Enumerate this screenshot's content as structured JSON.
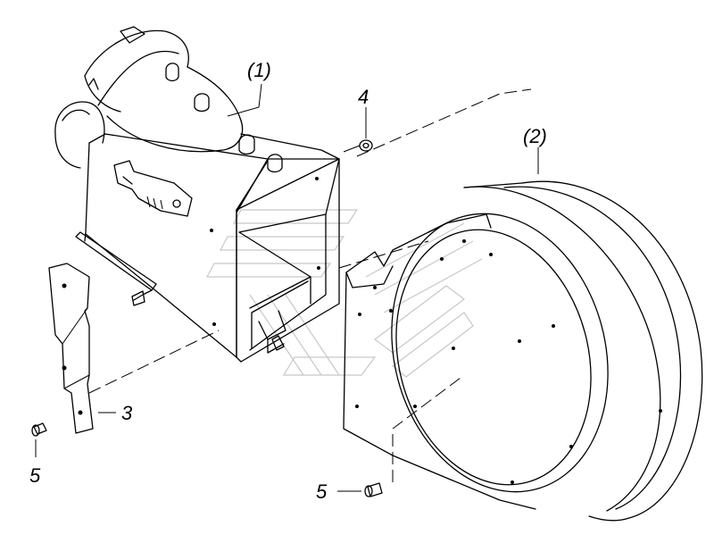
{
  "callouts": {
    "assembly_1": "(1)",
    "assembly_2": "(2)",
    "washer": "4",
    "bracket": "3",
    "bolt_left": "5",
    "bolt_right": "5"
  }
}
